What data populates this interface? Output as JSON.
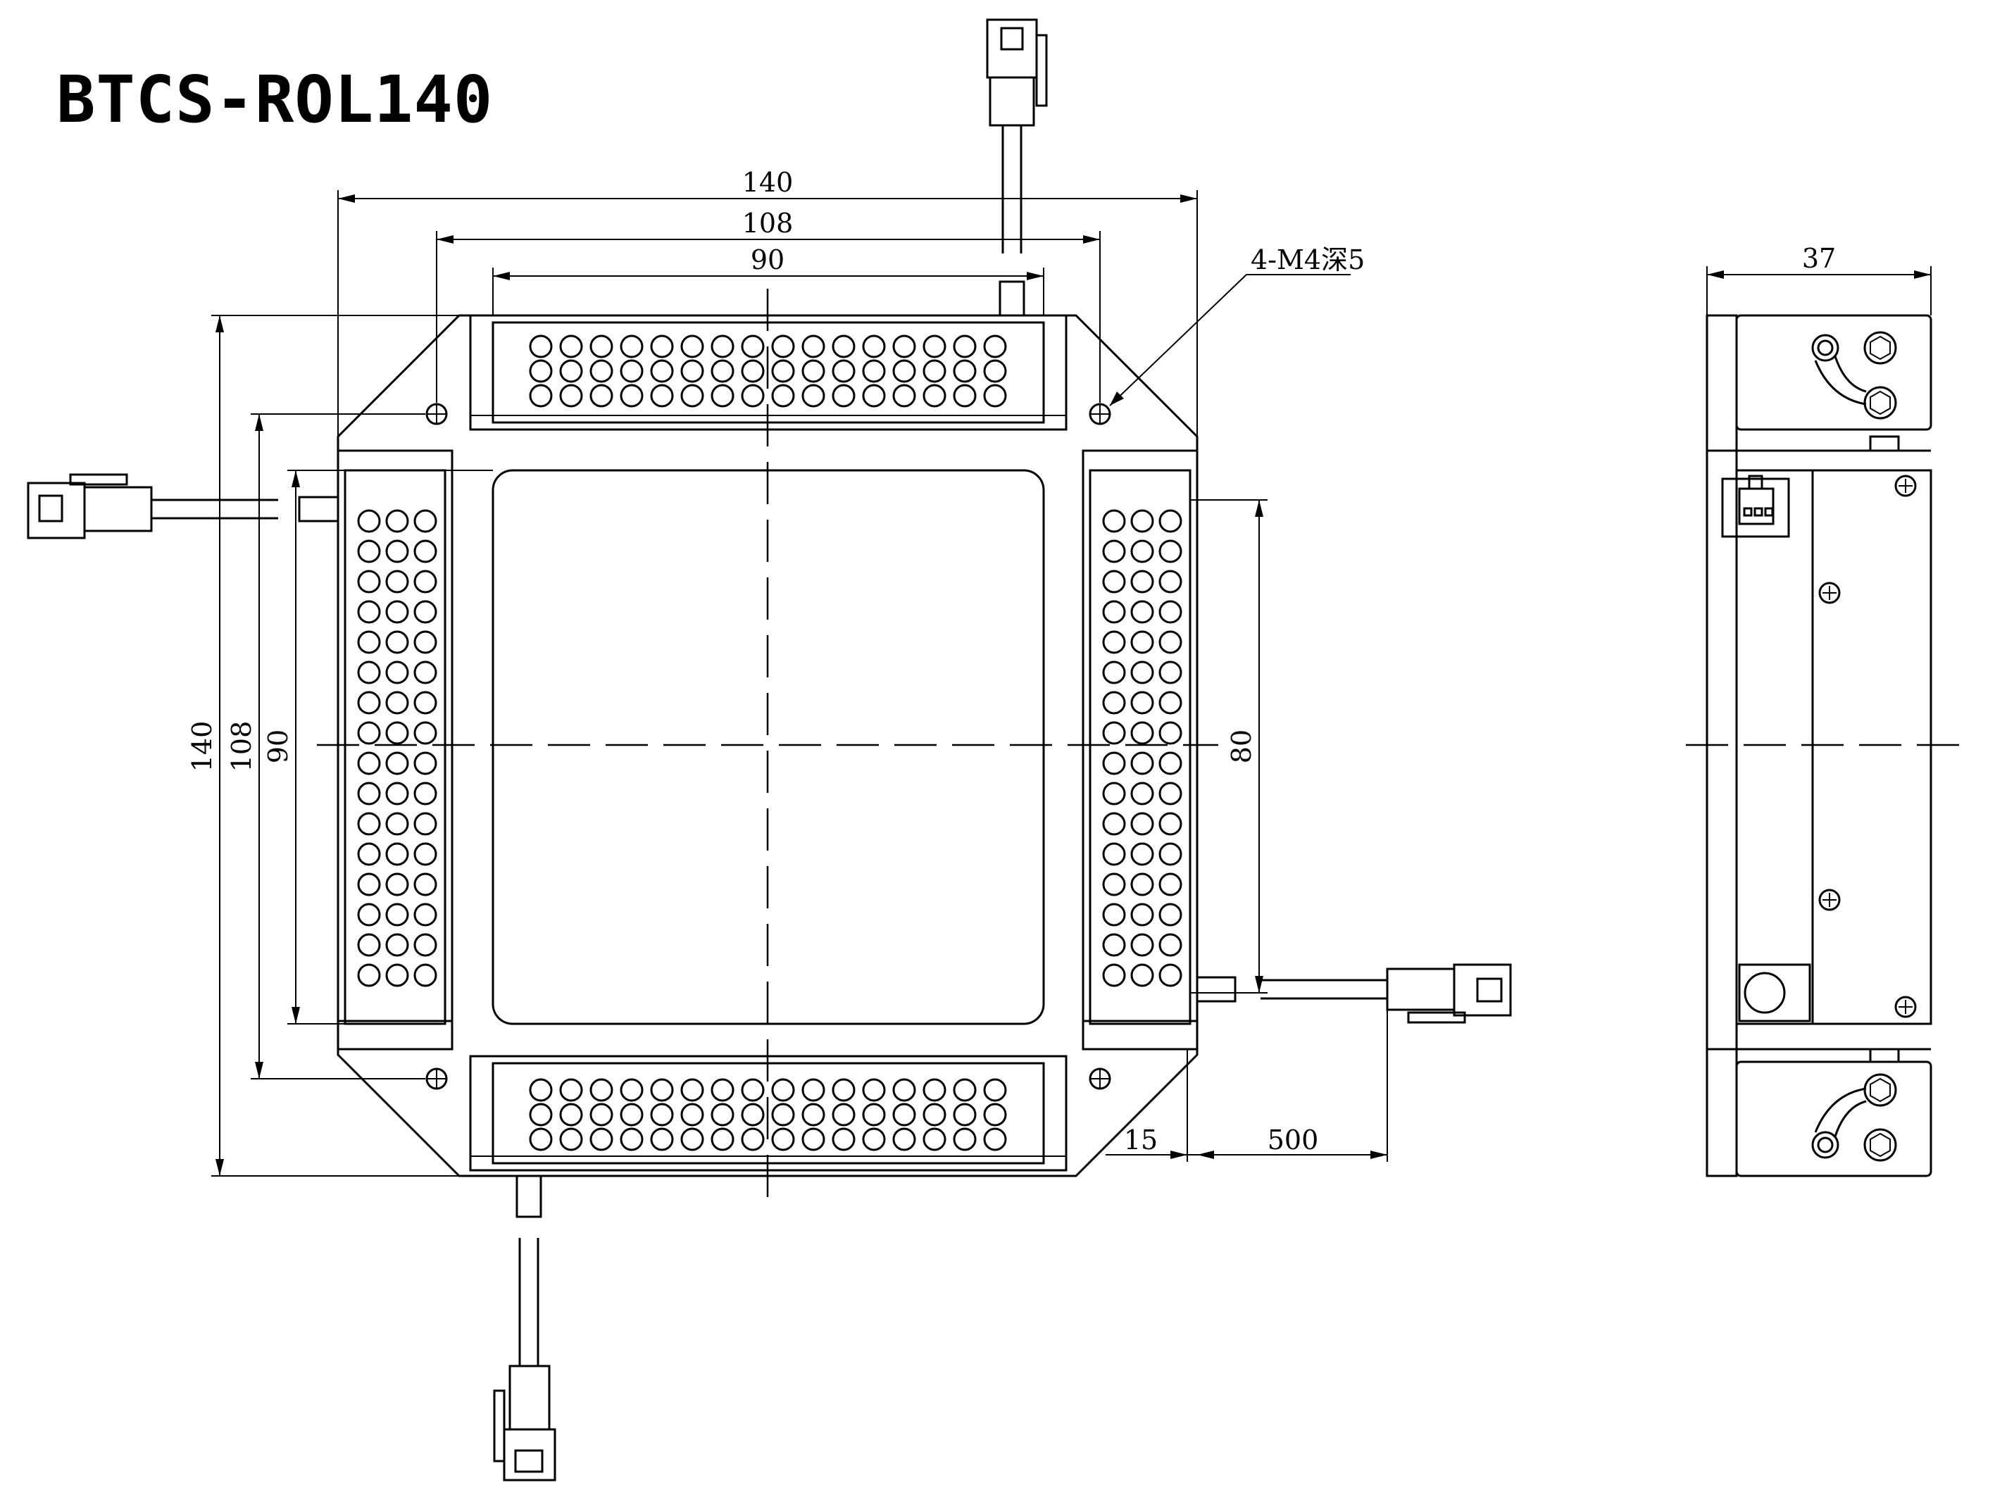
{
  "title": "BTCS-ROL140",
  "dimensions": {
    "overall_width": "140",
    "hole_spacing_width": "108",
    "window_width": "90",
    "overall_height": "140",
    "hole_spacing_height": "108",
    "window_height": "90",
    "led_bar_length": "80",
    "bar_width": "15",
    "cable_length": "500",
    "thickness": "37"
  },
  "callout": "4-M4深5"
}
